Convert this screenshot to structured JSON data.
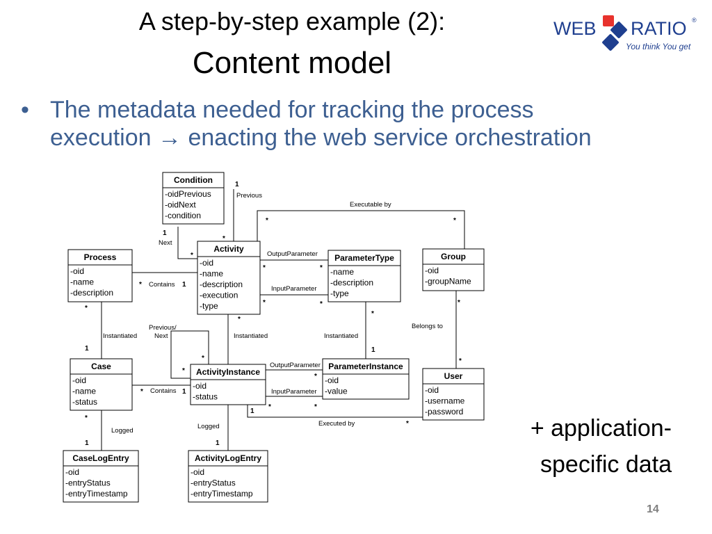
{
  "title": {
    "line1": "A step-by-step example (2):",
    "line2": "Content model"
  },
  "bullet": {
    "line1": "The metadata needed for tracking the process",
    "line2_part1": "execution",
    "arrow": "→",
    "line2_part2": "enacting the web service orchestration"
  },
  "logo": {
    "web": "WEB",
    "ratio": "RATIO",
    "registered": "®",
    "tagline": "You think You get",
    "colors": {
      "red": "#e8322d",
      "blue": "#1f3f8f"
    }
  },
  "note": {
    "line1": "+ application-",
    "line2": "specific data"
  },
  "page_number": "14",
  "diagram": {
    "classes": {
      "condition": {
        "name": "Condition",
        "attrs": [
          "-oidPrevious",
          "-oidNext",
          "-condition"
        ]
      },
      "process": {
        "name": "Process",
        "attrs": [
          "-oid",
          "-name",
          "-description"
        ]
      },
      "activity": {
        "name": "Activity",
        "attrs": [
          "-oid",
          "-name",
          "-description",
          "-execution",
          "-type"
        ]
      },
      "parametertype": {
        "name": "ParameterType",
        "attrs": [
          "-name",
          "-description",
          "-type"
        ]
      },
      "group": {
        "name": "Group",
        "attrs": [
          "-oid",
          "-groupName"
        ]
      },
      "case": {
        "name": "Case",
        "attrs": [
          "-oid",
          "-name",
          "-status"
        ]
      },
      "activityinstance": {
        "name": "ActivityInstance",
        "attrs": [
          "-oid",
          "-status"
        ]
      },
      "parameterinstance": {
        "name": "ParameterInstance",
        "attrs": [
          "-oid",
          "-value"
        ]
      },
      "user": {
        "name": "User",
        "attrs": [
          "-oid",
          "-username",
          "-password"
        ]
      },
      "caselogentry": {
        "name": "CaseLogEntry",
        "attrs": [
          "-oid",
          "-entryStatus",
          "-entryTimestamp"
        ]
      },
      "activitylogentry": {
        "name": "ActivityLogEntry",
        "attrs": [
          "-oid",
          "-entryStatus",
          "-entryTimestamp"
        ]
      }
    },
    "labels": {
      "previous": "Previous",
      "next": "Next",
      "executable_by": "Executable by",
      "output_parameter": "OutputParameter",
      "input_parameter": "InputParameter",
      "contains": "Contains",
      "instantiated": "Instantiated",
      "previous_next_1": "Previous/",
      "previous_next_2": "Next",
      "belongs_to": "Belongs to",
      "executed_by": "Executed by",
      "logged": "Logged"
    },
    "multiplicity": {
      "one": "1",
      "many": "*"
    }
  }
}
